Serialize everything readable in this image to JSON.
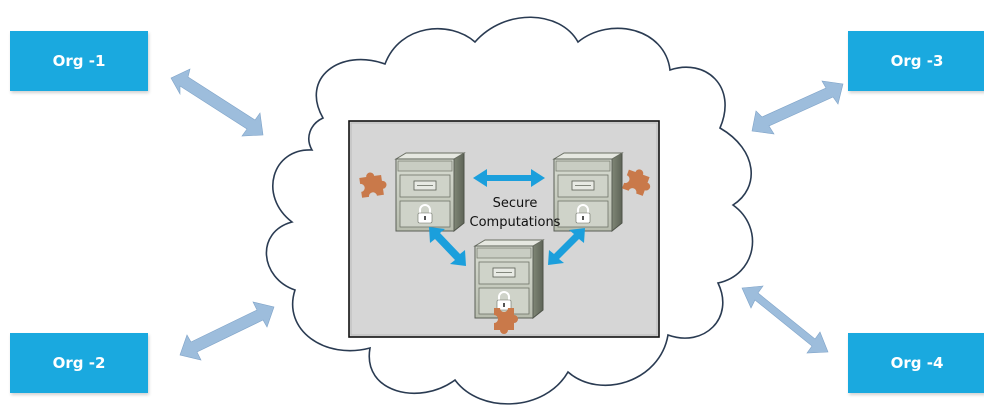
{
  "orgs": {
    "org1": "Org -1",
    "org2": "Org -2",
    "org3": "Org -3",
    "org4": "Org -4"
  },
  "center": {
    "line1": "Secure",
    "line2": "Computations"
  },
  "colors": {
    "org_box": "#1aa9df",
    "cloud_stroke": "#2a3b52",
    "outer_arrow": "#9dbddc",
    "inner_arrow": "#1b9fdc",
    "panel": "#d6d6d6",
    "puzzle": "#c9794a"
  },
  "icons": [
    "server-cabinet-icon",
    "lock-icon",
    "puzzle-piece-icon"
  ]
}
